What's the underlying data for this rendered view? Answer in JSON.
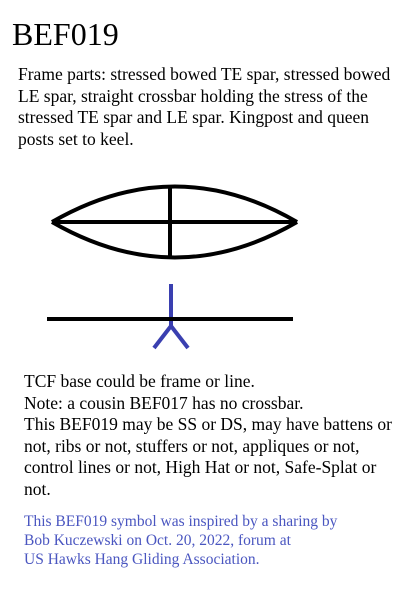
{
  "title": "BEF019",
  "frame_parts": "Frame parts: stressed bowed TE spar, stressed bowed LE spar, straight crossbar holding the stress of the stressed TE spar and LE spar. Kingpost and queen posts set to keel.",
  "notes": [
    "TCF base could be frame or line.",
    "Note: a cousin BEF017 has no crossbar.",
    "This BEF019 may be SS or DS, may have battens or not, ribs or not, stuffers or not, appliques or not, control lines or not, High Hat or not, Safe-Splat or not."
  ],
  "credit": [
    "This BEF019 symbol was inspired by a sharing by",
    "Bob Kuczewski on Oct. 20, 2022, forum at",
    "US Hawks Hang Gliding Association."
  ],
  "colors": {
    "text": "#000000",
    "credit": "#4a56c0",
    "kingpost_queenposts": "#3a3fb0",
    "frame": "#000000"
  }
}
